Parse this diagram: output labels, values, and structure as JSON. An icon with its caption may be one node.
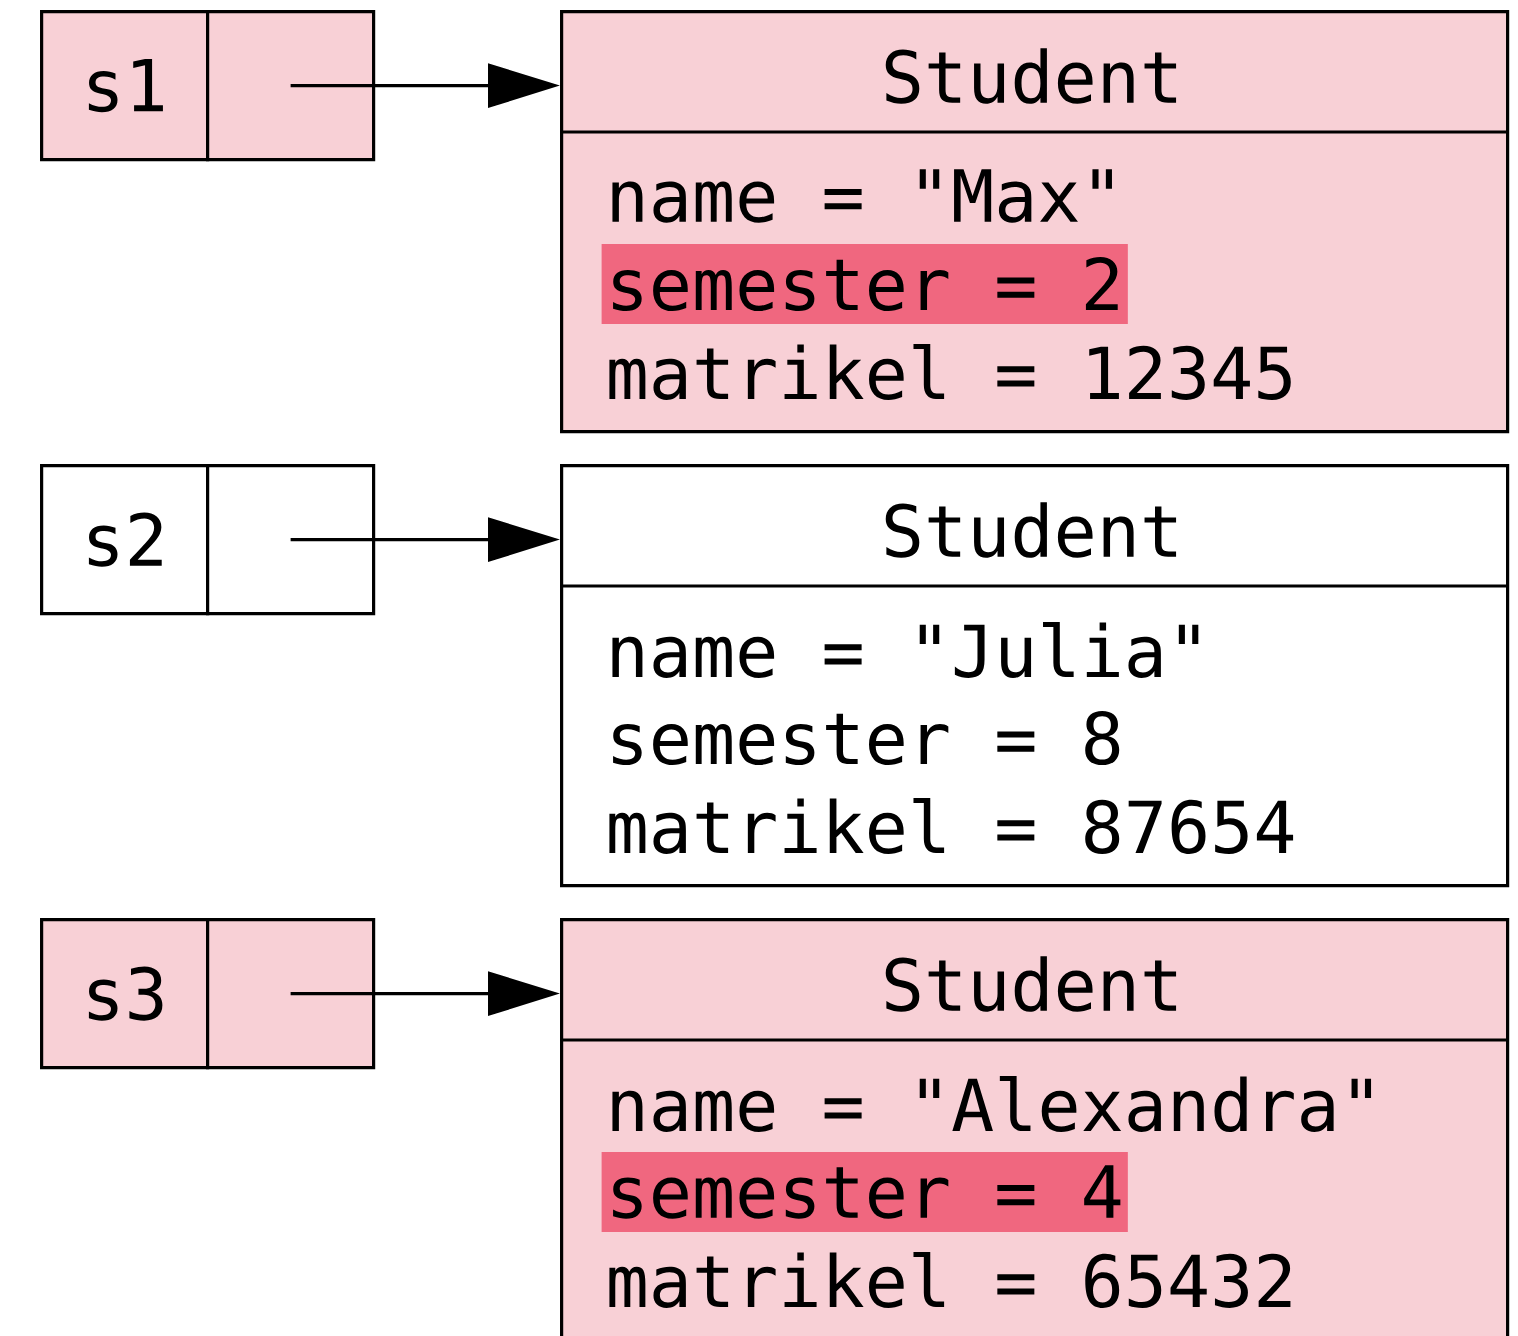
{
  "diagram": {
    "nodes": [
      {
        "text": [
          "s1"
        ]
      },
      {
        "text": [],
        "shape": "box"
      },
      {
        "text": [
          "Student",
          "name = \"Max\"",
          "semester = 2",
          "matrikel = 12345"
        ]
      },
      {
        "text": [
          "s2"
        ]
      },
      {
        "text": [],
        "shape": "box"
      },
      {
        "text": [
          "Student",
          "name = \"Julia\"",
          "semester = 8",
          "matrikel = 87654"
        ]
      },
      {
        "text": [
          "s3"
        ]
      },
      {
        "text": [],
        "shape": "box"
      },
      {
        "text": [
          "Student",
          "name = \"Alexandra\"",
          "semester = 4",
          "matrikel = 65432"
        ]
      }
    ],
    "edges": [
      {
        "from": 1,
        "to": 2,
        "arrow": "to"
      },
      {
        "from": 4,
        "to": 5,
        "arrow": "to"
      },
      {
        "from": 7,
        "to": 8,
        "arrow": "to"
      }
    ]
  }
}
